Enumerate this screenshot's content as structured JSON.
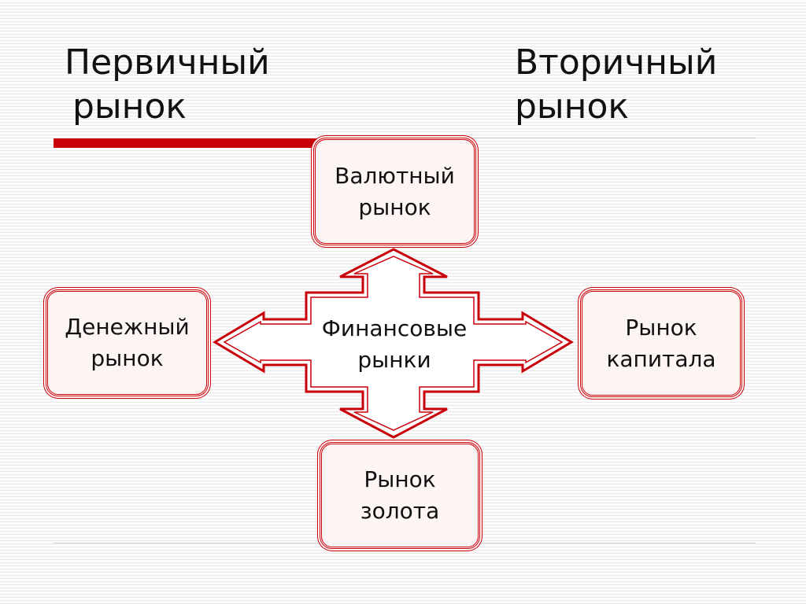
{
  "headings": {
    "primary": {
      "line1": "Первичный",
      "line2": "рынок"
    },
    "secondary": {
      "line1": "Вторичный",
      "line2": "рынок"
    }
  },
  "center": {
    "line1": "Финансовые",
    "line2": "рынки"
  },
  "boxes": {
    "currency": {
      "line1": "Валютный",
      "line2": "рынок"
    },
    "money": {
      "line1": "Денежный",
      "line2": "рынок"
    },
    "capital": {
      "line1": "Рынок",
      "line2": "капитала"
    },
    "gold": {
      "line1": "Рынок",
      "line2": "золота"
    }
  },
  "colors": {
    "accent": "#c8000a",
    "box_fill": "#fdf5f3",
    "text": "#111111"
  }
}
